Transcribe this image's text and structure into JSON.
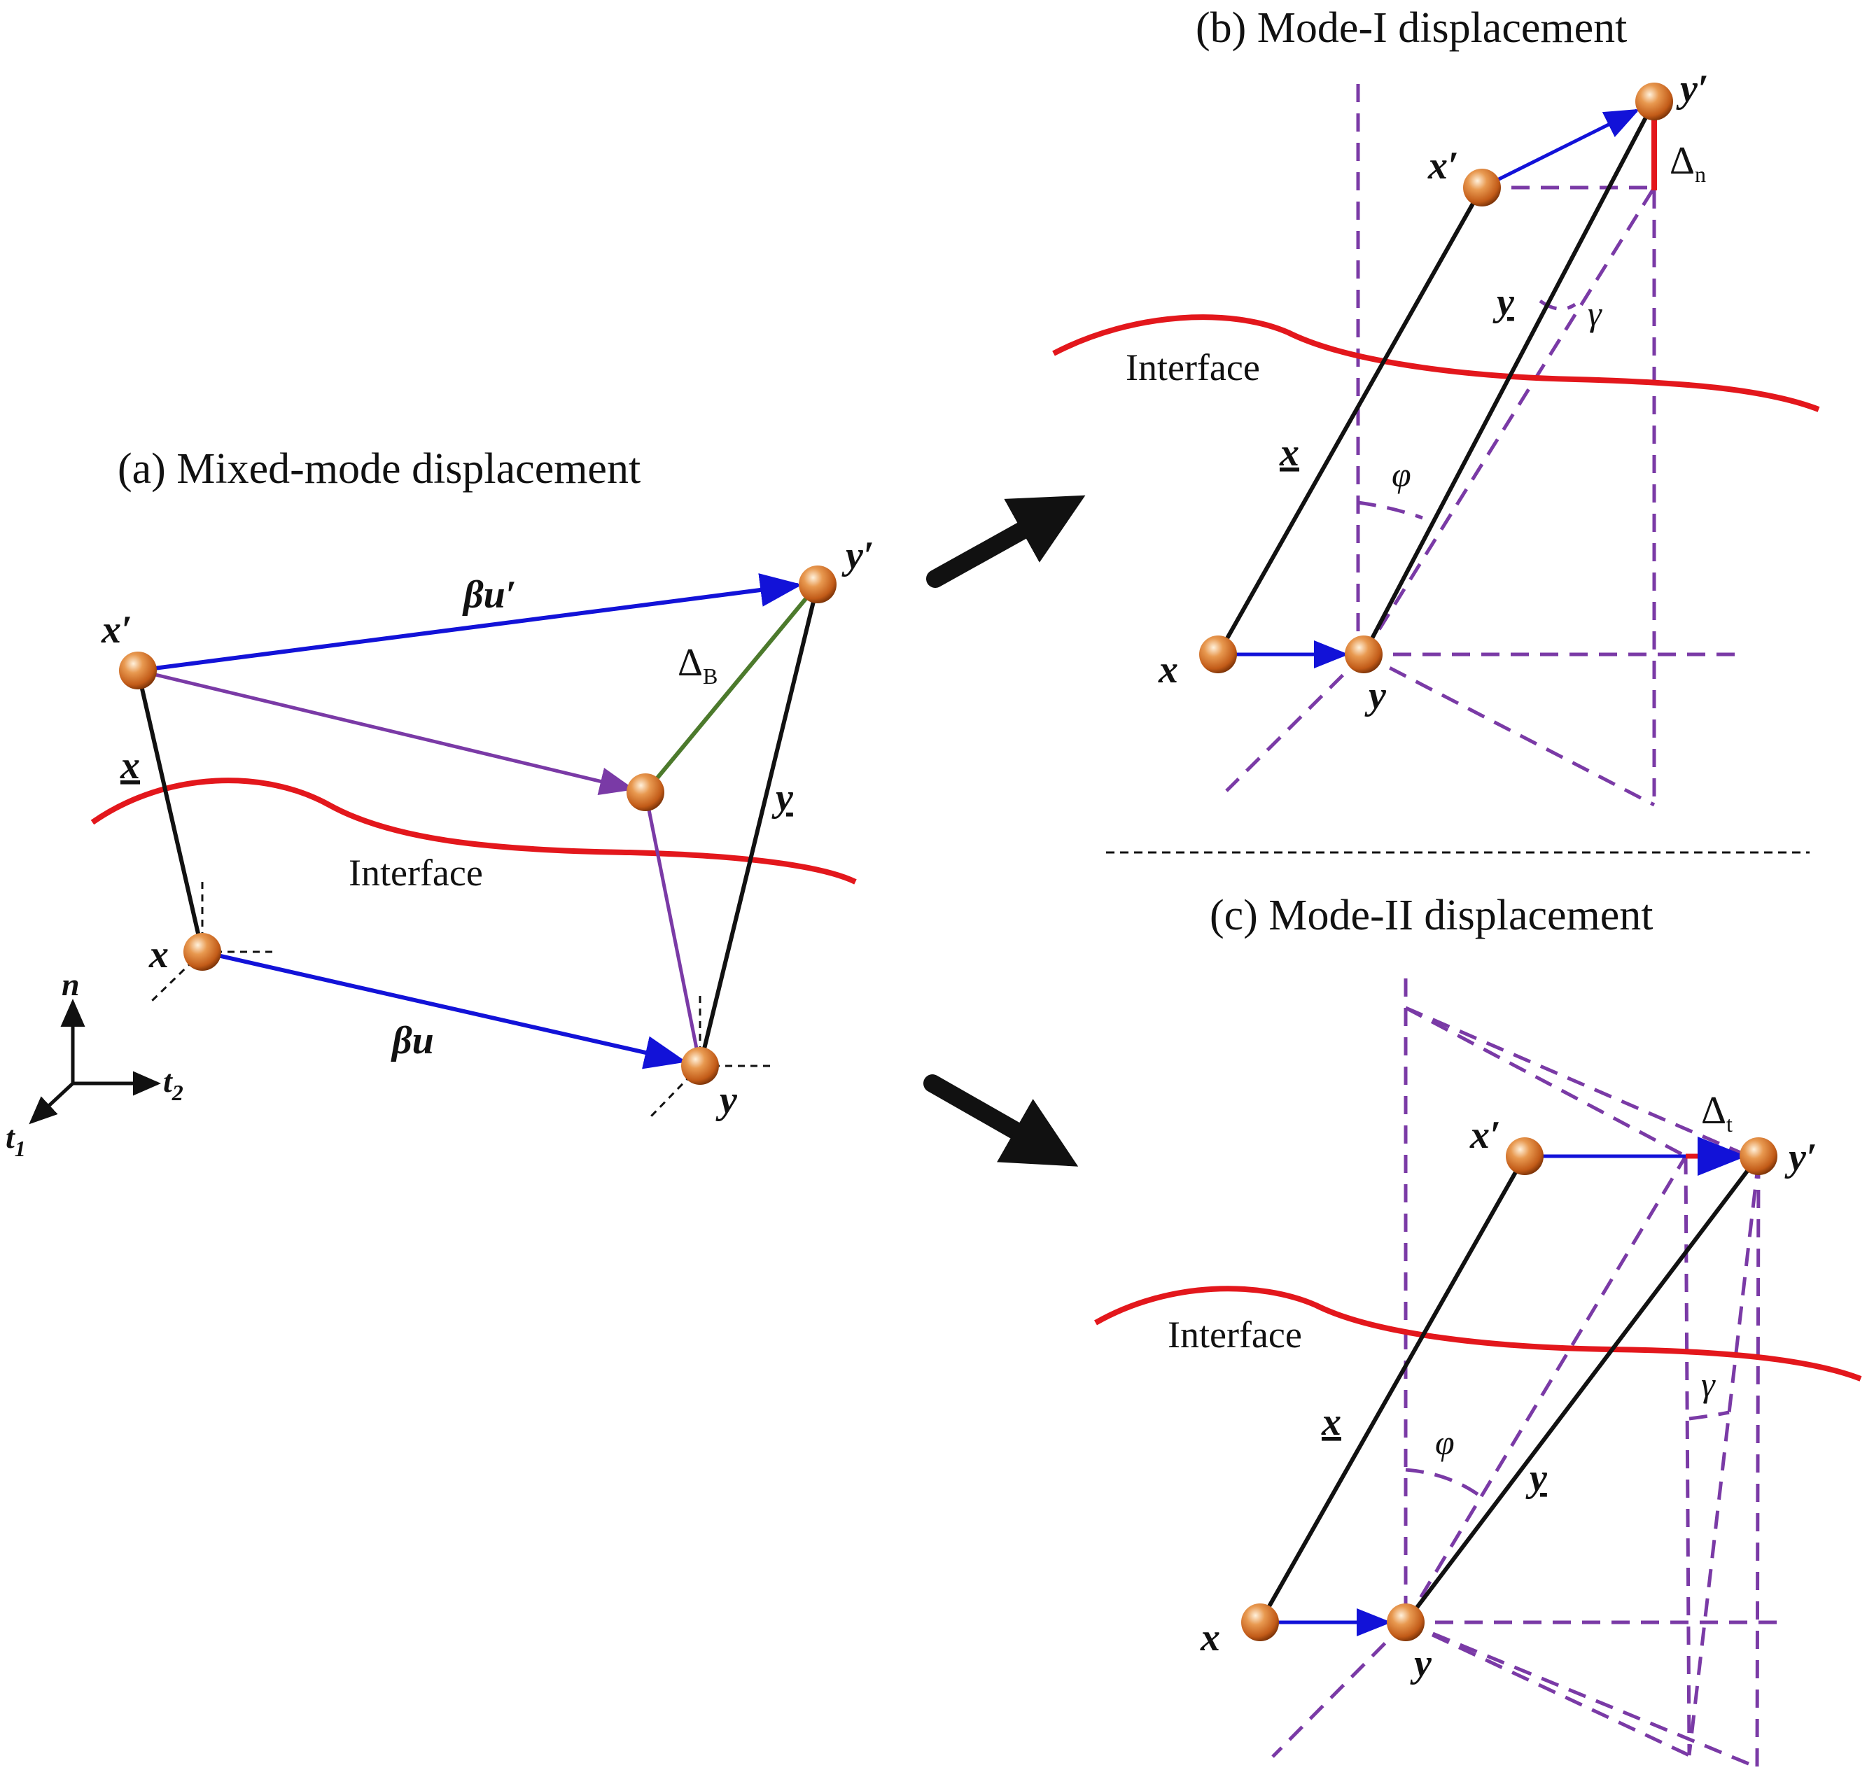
{
  "panels": {
    "a": {
      "title": "(a)   Mixed-mode displacement",
      "interface_label": "Interface"
    },
    "b": {
      "title": "(b)   Mode-I displacement",
      "interface_label": "Interface"
    },
    "c": {
      "title": "(c)   Mode-II displacement",
      "interface_label": "Interface"
    }
  },
  "labels": {
    "x": "x",
    "y": "y",
    "x_prime": "x′",
    "y_prime": "y′",
    "x_bond": "x",
    "y_bond": "y",
    "beta_u": "βu",
    "beta_u_prime": "βu′",
    "delta": "Δ",
    "delta_b_sub": "B",
    "delta_n_sub": "n",
    "delta_t_sub": "t",
    "phi": "φ",
    "gamma": "γ"
  },
  "axes": {
    "n": "n",
    "t1": "t",
    "t1_sub": "1",
    "t2": "t",
    "t2_sub": "2"
  },
  "colors": {
    "interface": "#e3171c",
    "displacement_arrow": "#1212d8",
    "bond": "#111111",
    "projection": "#7a3aa6",
    "delta_b": "#4c7a2c",
    "particle": "#c8641e"
  }
}
